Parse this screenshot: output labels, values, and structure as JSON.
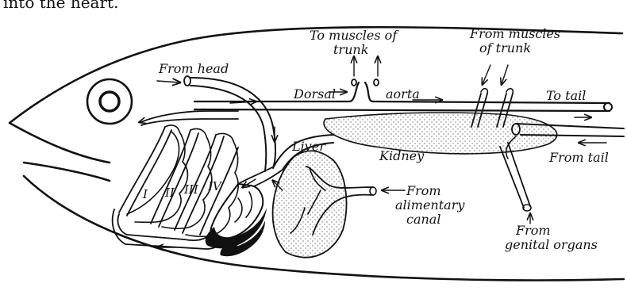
{
  "caption_fragment": "into the heart.",
  "labels": {
    "to_muscles_trunk_l1": "To muscles of",
    "to_muscles_trunk_l2": "trunk",
    "from_muscles_trunk_l1": "From muscles",
    "from_muscles_trunk_l2": "of trunk",
    "from_head": "From head",
    "dorsal": "Dorsal",
    "aorta": "aorta",
    "to_tail": "To tail",
    "kidney": "Kidney",
    "from_tail": "From tail",
    "liver": "Liver",
    "from_alimentary_l1": "From",
    "from_alimentary_l2": "alimentary",
    "from_alimentary_l3": "canal",
    "from_genital_l1": "From",
    "from_genital_l2": "genital organs",
    "arch_1": "I",
    "arch_2": "II",
    "arch_3": "III",
    "arch_4": "IV"
  }
}
